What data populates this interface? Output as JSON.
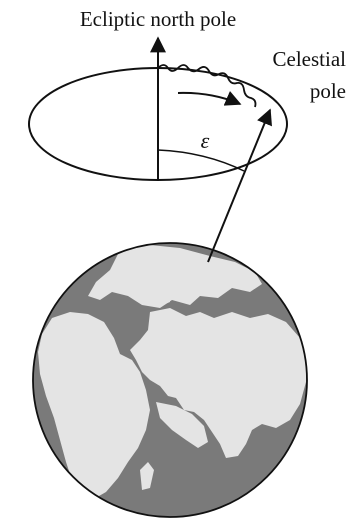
{
  "labels": {
    "ecliptic_north_pole": "Ecliptic north pole",
    "celestial_line1": "Celestial",
    "celestial_line2": "pole",
    "obliquity_symbol": "ε"
  },
  "colors": {
    "ink": "#111111",
    "ocean": "#7a7a7a",
    "land": "#e4e4e4",
    "background": "#ffffff"
  }
}
